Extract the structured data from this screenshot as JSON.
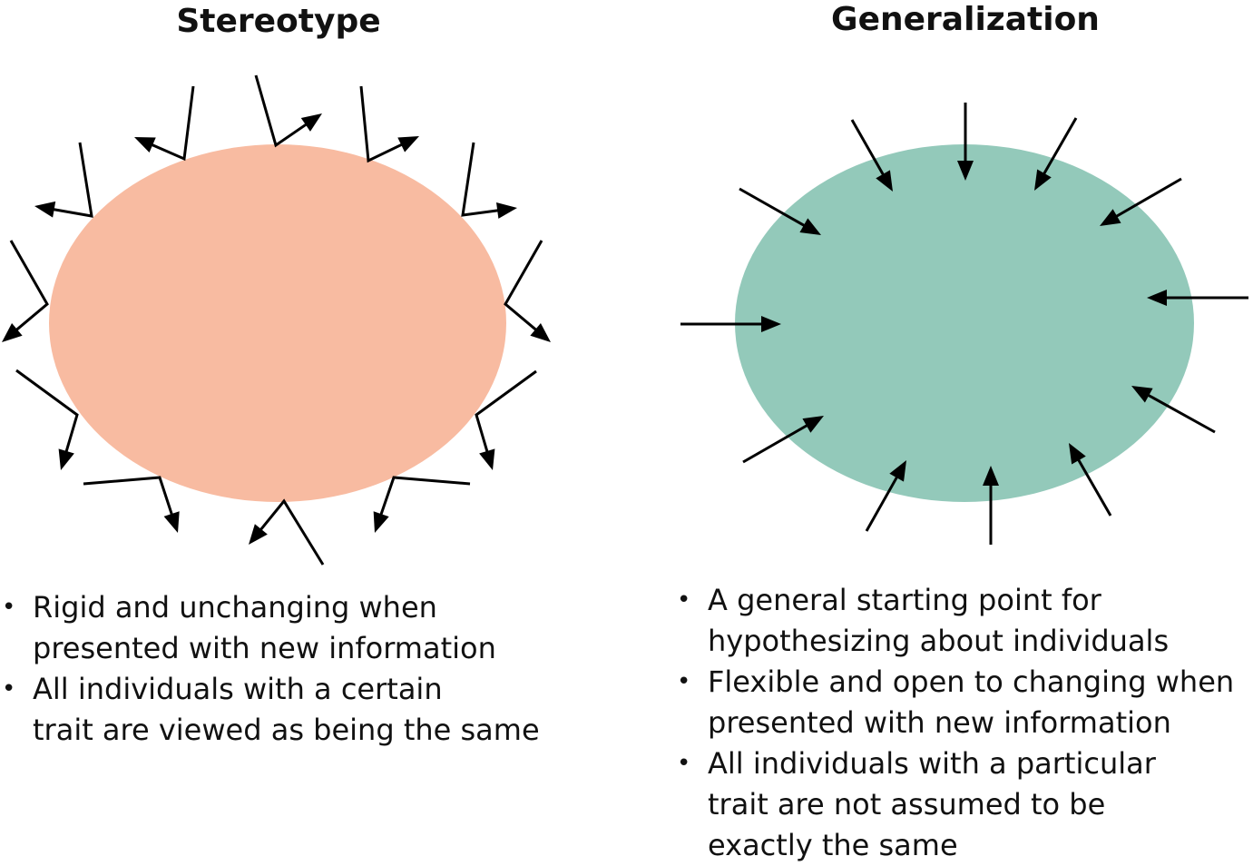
{
  "stereotype": {
    "title": "Stereotype",
    "color": "#f8bba1",
    "arrow_style": "deflected",
    "bullets": [
      {
        "lines": [
          "Rigid and unchanging when",
          "presented with new information"
        ]
      },
      {
        "lines": [
          "All individuals with a certain",
          "trait are viewed as being the same"
        ]
      }
    ]
  },
  "generalization": {
    "title": "Generalization",
    "color": "#93c9ba",
    "arrow_style": "absorbed",
    "bullets": [
      {
        "lines": [
          "A general starting point for",
          "hypothesizing about individuals"
        ]
      },
      {
        "lines": [
          "Flexible and open to changing when",
          "presented with new information"
        ]
      },
      {
        "lines": [
          "All individuals with a particular",
          "trait are not assumed to be",
          "exactly the same"
        ]
      }
    ]
  },
  "arrow_color": "#000000"
}
